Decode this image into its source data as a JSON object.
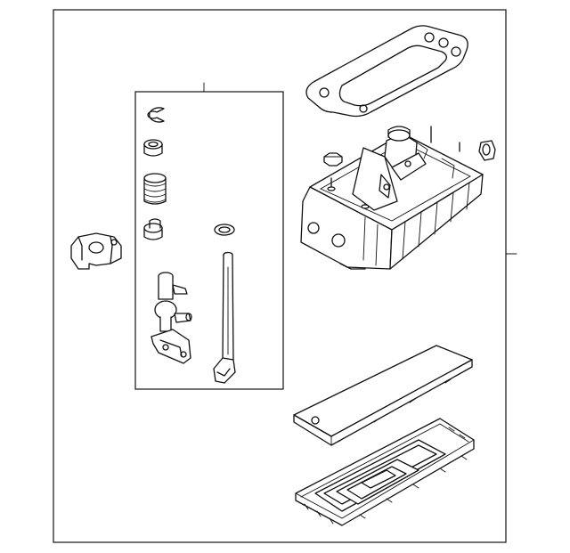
{
  "diagram": {
    "type": "exploded-parts-illustration",
    "callout_labels": [],
    "parts": [
      "top-gasket",
      "shifter-housing",
      "push-nut",
      "side-grommet",
      "retaining-clip",
      "bushing",
      "spring",
      "spacer-bushing",
      "o-ring",
      "selector-lever-assembly",
      "shift-rod",
      "side-bracket",
      "housing-cover-plate",
      "bottom-base-plate"
    ],
    "colors": {
      "line": "#111111",
      "background": "#ffffff"
    }
  }
}
